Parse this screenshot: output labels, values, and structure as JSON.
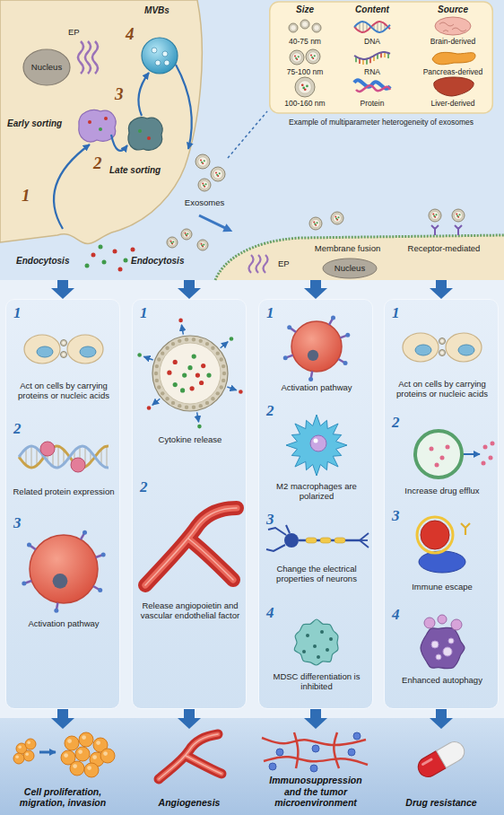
{
  "diagram": {
    "nodes": [
      {
        "text": [
          "Exosomes",
          "Endocytosis"
        ]
      },
      {
        "text": [
          "MVBs",
          "4",
          "EP",
          "Nucleus",
          "Early sorting",
          "2",
          "3",
          "Late sorting",
          "1",
          "Endocytosis"
        ],
        "in": 0
      },
      {
        "text": [
          "Size",
          "Content",
          "Source",
          "40-75 nm",
          "DNA",
          "Brain-derived",
          "75-100 nm",
          "RNA",
          "Pancreas-derived",
          "100-160 nm",
          "Protein",
          "Liver-derived",
          "Example of multiparameter heterogeneity of exosomes"
        ],
        "in": 0
      },
      {
        "text": [
          "Membrane fusion",
          "Receptor-mediated",
          "EP",
          "Nucleus"
        ],
        "in": 0
      },
      {
        "text": [
          "1",
          "Act on cells by carrying proteins or nucleic acids",
          "2",
          "Related protein expression",
          "3",
          "Activation pathway"
        ]
      },
      {
        "text": [
          "1",
          "Cytokine release",
          "2",
          "Release angiopoietin and vascular endothelial factor"
        ]
      },
      {
        "text": [
          "1",
          "Activation pathway",
          "2",
          "M2 macrophages are polarized",
          "3",
          "Change the electrical properties of neurons",
          "4",
          "MDSC differentiation is inhibited"
        ]
      },
      {
        "text": [
          "1",
          "Act on cells by carrying proteins or nucleic acids",
          "2",
          "Increase drug efflux",
          "3",
          "Immune escape",
          "4",
          "Enhanced autophagy"
        ]
      },
      {
        "text": [
          "Cell proliferation, migration, invasion"
        ]
      },
      {
        "text": [
          "Angiogenesis"
        ]
      },
      {
        "text": [
          "Immunosuppression and the tumor microenvironment"
        ]
      },
      {
        "text": [
          "Drug resistance"
        ]
      }
    ],
    "edges": [
      {
        "from": 0,
        "to": 4,
        "arrow": "to"
      },
      {
        "from": 0,
        "to": 5,
        "arrow": "to"
      },
      {
        "from": 0,
        "to": 6,
        "arrow": "to"
      },
      {
        "from": 0,
        "to": 7,
        "arrow": "to"
      },
      {
        "from": 1,
        "to": 3,
        "arrow": "to"
      },
      {
        "from": 4,
        "to": 8,
        "arrow": "to"
      },
      {
        "from": 5,
        "to": 9,
        "arrow": "to"
      },
      {
        "from": 6,
        "to": 10,
        "arrow": "to"
      },
      {
        "from": 7,
        "to": 11,
        "arrow": "to"
      }
    ]
  }
}
